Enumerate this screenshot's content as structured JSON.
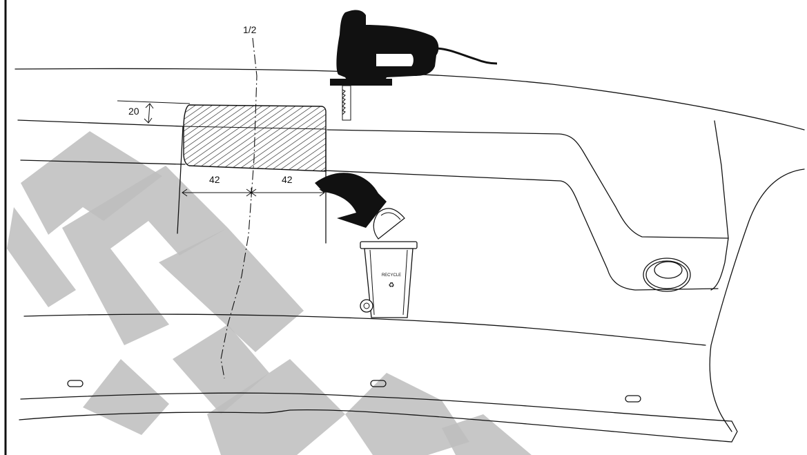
{
  "diagram": {
    "center_label": "1/2",
    "height_dimension": "20",
    "left_width_dimension": "42",
    "right_width_dimension": "42",
    "bin_label": "RECYCLE",
    "bin_symbol": "♻"
  },
  "icons": {
    "tool": "jigsaw-icon",
    "bin": "recycle-bin-icon",
    "arrow": "curved-arrow-icon"
  },
  "colors": {
    "line": "#111111",
    "watermark": "#bdbdbd",
    "hatch": "#111111",
    "background": "#ffffff"
  }
}
